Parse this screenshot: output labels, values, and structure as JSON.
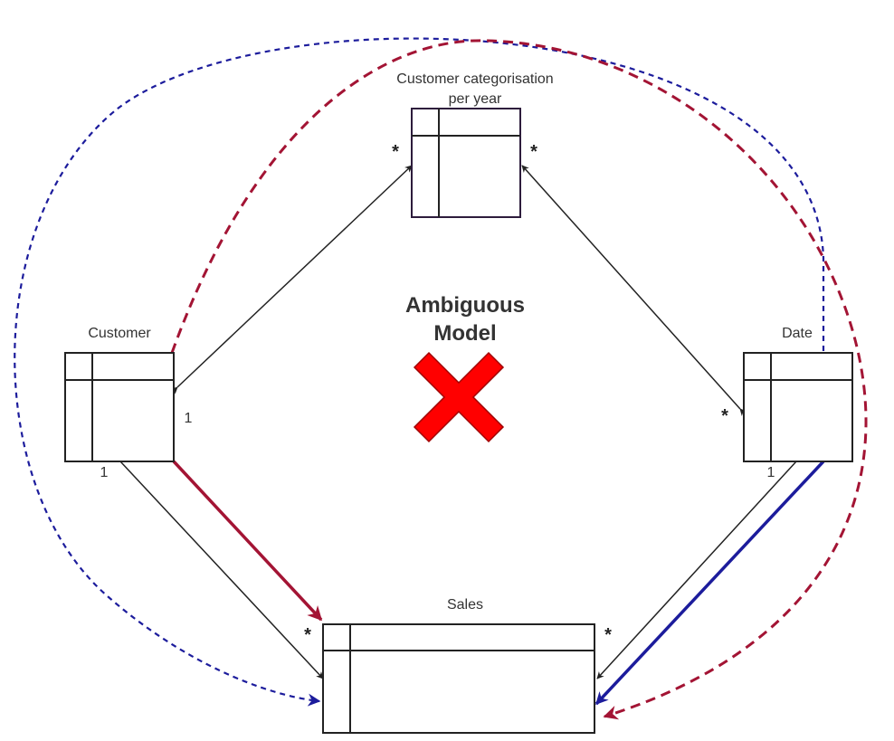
{
  "tables": {
    "customer_categorisation": {
      "label_line1": "Customer categorisation",
      "label_line2": "per year"
    },
    "customer": {
      "label": "Customer"
    },
    "date": {
      "label": "Date"
    },
    "sales": {
      "label": "Sales"
    }
  },
  "center_note": {
    "line1": "Ambiguous",
    "line2": "Model",
    "icon": "red-x-icon"
  },
  "cardinalities": {
    "categorisation_left": "*",
    "categorisation_right": "*",
    "customer_to_categorisation": "1",
    "customer_to_sales": "1",
    "sales_left": "*",
    "date_to_categorisation": "*",
    "date_to_sales": "1",
    "sales_right": "*"
  },
  "colors": {
    "relationship_line": "#222222",
    "path_red": "#a31434",
    "path_blue": "#1c1c9c",
    "cross": "#ff0000",
    "table_border_dark": "#222222",
    "table_border_purple": "#2d1c3c"
  }
}
